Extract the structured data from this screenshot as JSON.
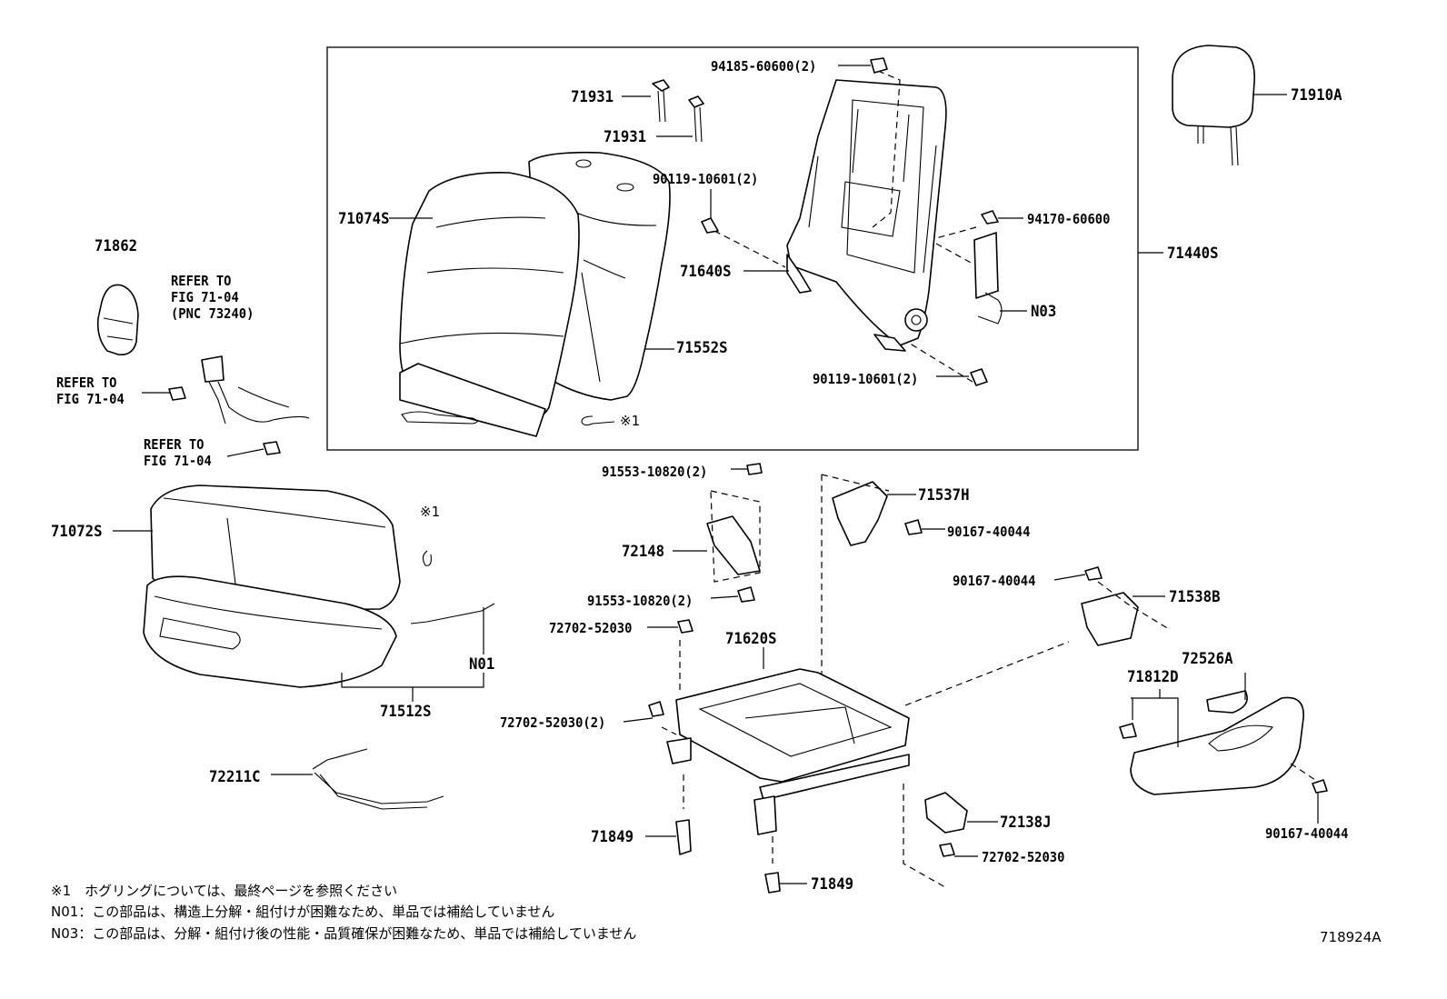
{
  "callouts": {
    "p94185": "94185-60600(2)",
    "p71910A": "71910A",
    "p71931a": "71931",
    "p71931b": "71931",
    "p90119a": "90119-10601(2)",
    "p94170": "94170-60600",
    "p71074S": "71074S",
    "p71440S": "71440S",
    "p71640S": "71640S",
    "pN03": "N03",
    "p71552S": "71552S",
    "p90119b": "90119-10601(2)",
    "star1a": "※1",
    "p71862": "71862",
    "refer1": [
      "REFER TO",
      "FIG 71-04",
      "(PNC 73240)"
    ],
    "refer2": [
      "REFER TO",
      "FIG 71-04"
    ],
    "refer3": [
      "REFER TO",
      "FIG 71-04"
    ],
    "p91553a": "91553-10820(2)",
    "p71537H": "71537H",
    "p90167a": "90167-40044",
    "p71072S": "71072S",
    "star1b": "※1",
    "p72148": "72148",
    "p90167b": "90167-40044",
    "p71538B": "71538B",
    "p91553b": "91553-10820(2)",
    "p72702a": "72702-52030",
    "p71620S": "71620S",
    "pN01": "N01",
    "p72526A": "72526A",
    "p71812D": "71812D",
    "p71512S": "71512S",
    "p72702b": "72702-52030(2)",
    "p72211C": "72211C",
    "p72138J": "72138J",
    "p90167c": "90167-40044",
    "p72702c": "72702-52030",
    "p71849a": "71849",
    "p71849b": "71849"
  },
  "notes": [
    "※1　ホグリングについては、最終ページを参照ください",
    "N01：この部品は、構造上分解・組付けが困難なため、単品では補給していません",
    "N03：この部品は、分解・組付け後の性能・品質確保が困難なため、単品では補給していません"
  ],
  "figure_code": "718924A"
}
